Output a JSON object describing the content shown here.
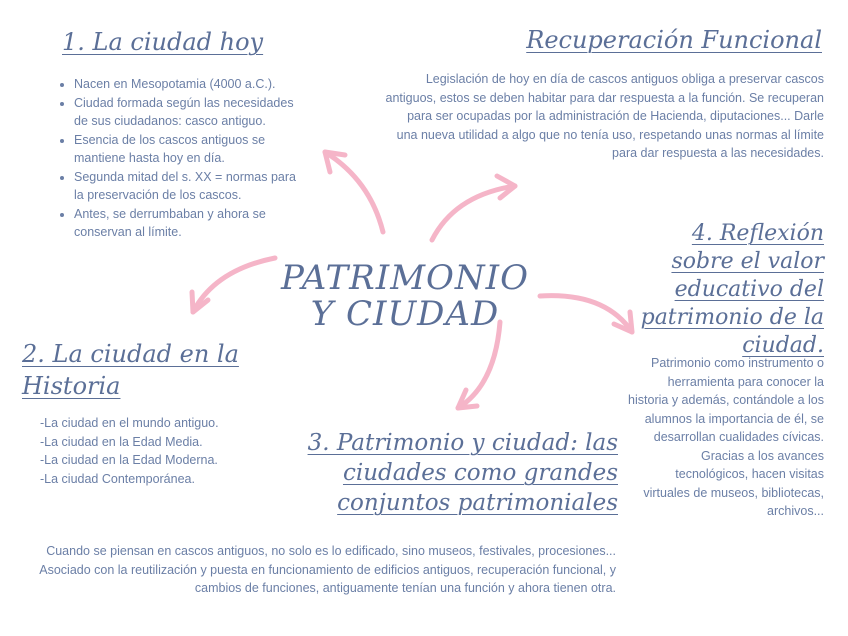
{
  "center_title": "PATRIMONIO Y CIUDAD",
  "colors": {
    "title": "#5b6f97",
    "text": "#6b7fa6",
    "arrow": "#f5b5c8"
  },
  "section1": {
    "title": "1. La ciudad hoy",
    "bullets": [
      "Nacen en Mesopotamia (4000 a.C.).",
      "Ciudad formada según las necesidades de sus ciudadanos: casco antiguo.",
      "Esencia de los cascos antiguos se mantiene hasta hoy en día.",
      "Segunda mitad del s. XX = normas para la preservación de los cascos.",
      "Antes, se derrumbaban y ahora se conservan al límite."
    ]
  },
  "recuperacion": {
    "title": "Recuperación Funcional",
    "text": "Legislación de hoy en día de cascos antiguos obliga a preservar cascos antiguos, estos se deben habitar para dar respuesta a la función. Se recuperan para ser ocupadas por la administración de Hacienda, diputaciones... Darle una nueva utilidad a algo que no tenía uso, respetando unas normas al límite para dar respuesta a las necesidades."
  },
  "section2": {
    "title": "2. La ciudad en la Historia",
    "lines": [
      "-La ciudad en el mundo antiguo.",
      "-La ciudad en la Edad Media.",
      "-La ciudad en la Edad Moderna.",
      "-La ciudad Contemporánea."
    ]
  },
  "section3": {
    "title": "3. Patrimonio y ciudad: las ciudades como grandes conjuntos patrimoniales",
    "lines": [
      "Cuando se piensan en cascos antiguos, no solo es lo edificado, sino museos, festivales, procesiones...",
      "Asociado con la reutilización y puesta en funcionamiento de edificios antiguos, recuperación funcional, y cambios de funciones, antiguamente tenían una función y ahora tienen otra."
    ]
  },
  "section4": {
    "title": "4. Reflexión sobre el valor educativo del patrimonio de la ciudad.",
    "lines": [
      "Patrimonio como instrumento o herramienta para conocer la historia y además, contándole a los alumnos la importancia de él, se desarrollan cualidades cívicas.",
      "Gracias a los avances tecnológicos, hacen visitas virtuales de museos, bibliotecas, archivos..."
    ]
  }
}
